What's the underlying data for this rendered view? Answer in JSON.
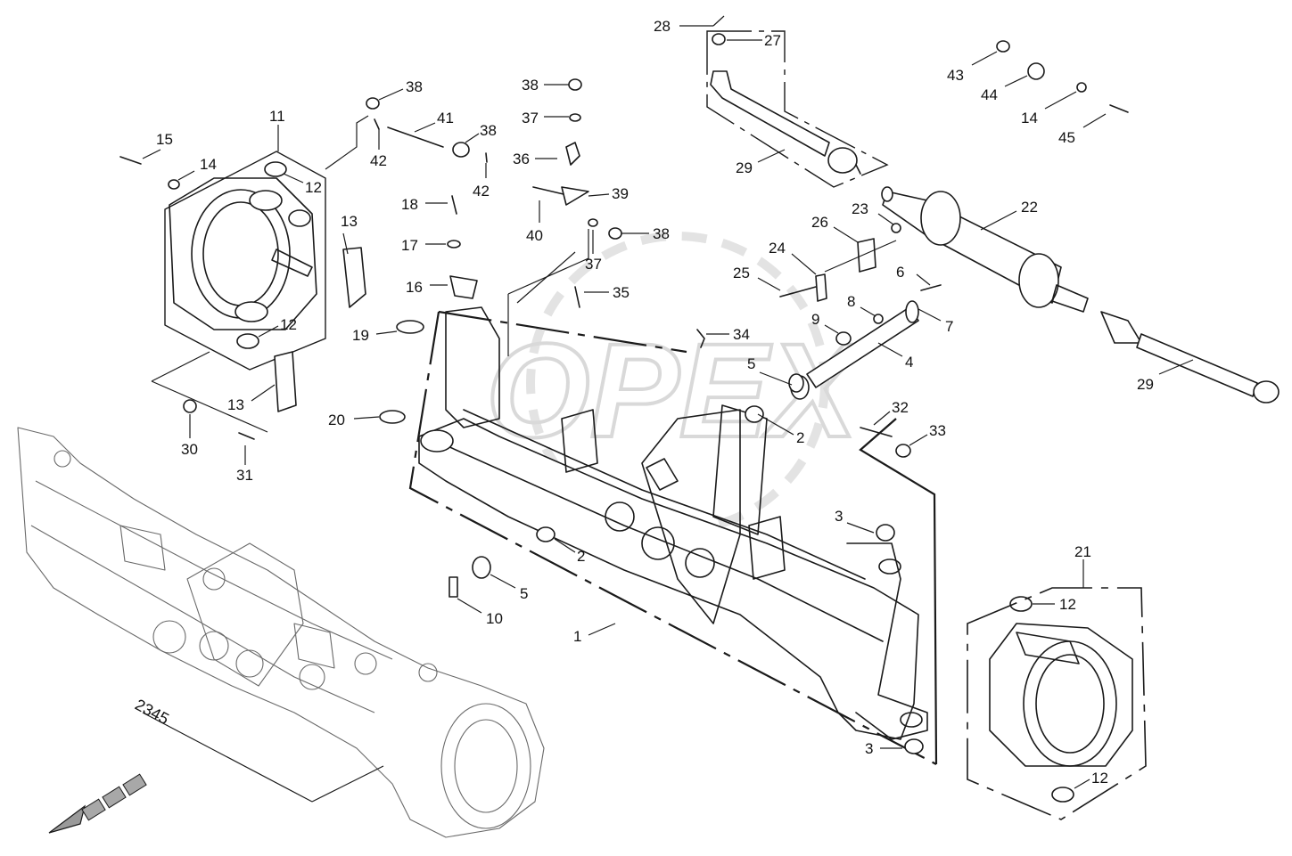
{
  "watermark": "OPEX",
  "assembly_reference": "2345",
  "callouts": [
    {
      "id": "c1",
      "label": "1"
    },
    {
      "id": "c2a",
      "label": "2"
    },
    {
      "id": "c2b",
      "label": "2"
    },
    {
      "id": "c3a",
      "label": "3"
    },
    {
      "id": "c3b",
      "label": "3"
    },
    {
      "id": "c4",
      "label": "4"
    },
    {
      "id": "c5a",
      "label": "5"
    },
    {
      "id": "c5b",
      "label": "5"
    },
    {
      "id": "c6",
      "label": "6"
    },
    {
      "id": "c7",
      "label": "7"
    },
    {
      "id": "c8",
      "label": "8"
    },
    {
      "id": "c9",
      "label": "9"
    },
    {
      "id": "c10",
      "label": "10"
    },
    {
      "id": "c11",
      "label": "11"
    },
    {
      "id": "c12a",
      "label": "12"
    },
    {
      "id": "c12b",
      "label": "12"
    },
    {
      "id": "c12c",
      "label": "12"
    },
    {
      "id": "c12d",
      "label": "12"
    },
    {
      "id": "c13a",
      "label": "13"
    },
    {
      "id": "c13b",
      "label": "13"
    },
    {
      "id": "c14a",
      "label": "14"
    },
    {
      "id": "c14b",
      "label": "14"
    },
    {
      "id": "c15",
      "label": "15"
    },
    {
      "id": "c16",
      "label": "16"
    },
    {
      "id": "c17",
      "label": "17"
    },
    {
      "id": "c18",
      "label": "18"
    },
    {
      "id": "c19",
      "label": "19"
    },
    {
      "id": "c20",
      "label": "20"
    },
    {
      "id": "c21",
      "label": "21"
    },
    {
      "id": "c22",
      "label": "22"
    },
    {
      "id": "c23",
      "label": "23"
    },
    {
      "id": "c24",
      "label": "24"
    },
    {
      "id": "c25",
      "label": "25"
    },
    {
      "id": "c26",
      "label": "26"
    },
    {
      "id": "c27",
      "label": "27"
    },
    {
      "id": "c28",
      "label": "28"
    },
    {
      "id": "c29a",
      "label": "29"
    },
    {
      "id": "c29b",
      "label": "29"
    },
    {
      "id": "c30",
      "label": "30"
    },
    {
      "id": "c31",
      "label": "31"
    },
    {
      "id": "c32",
      "label": "32"
    },
    {
      "id": "c33",
      "label": "33"
    },
    {
      "id": "c34",
      "label": "34"
    },
    {
      "id": "c35",
      "label": "35"
    },
    {
      "id": "c36",
      "label": "36"
    },
    {
      "id": "c37a",
      "label": "37"
    },
    {
      "id": "c37b",
      "label": "37"
    },
    {
      "id": "c38a",
      "label": "38"
    },
    {
      "id": "c38b",
      "label": "38"
    },
    {
      "id": "c38c",
      "label": "38"
    },
    {
      "id": "c38d",
      "label": "38"
    },
    {
      "id": "c39",
      "label": "39"
    },
    {
      "id": "c40",
      "label": "40"
    },
    {
      "id": "c41",
      "label": "41"
    },
    {
      "id": "c42a",
      "label": "42"
    },
    {
      "id": "c42b",
      "label": "42"
    },
    {
      "id": "c43",
      "label": "43"
    },
    {
      "id": "c44",
      "label": "44"
    },
    {
      "id": "c45",
      "label": "45"
    }
  ]
}
